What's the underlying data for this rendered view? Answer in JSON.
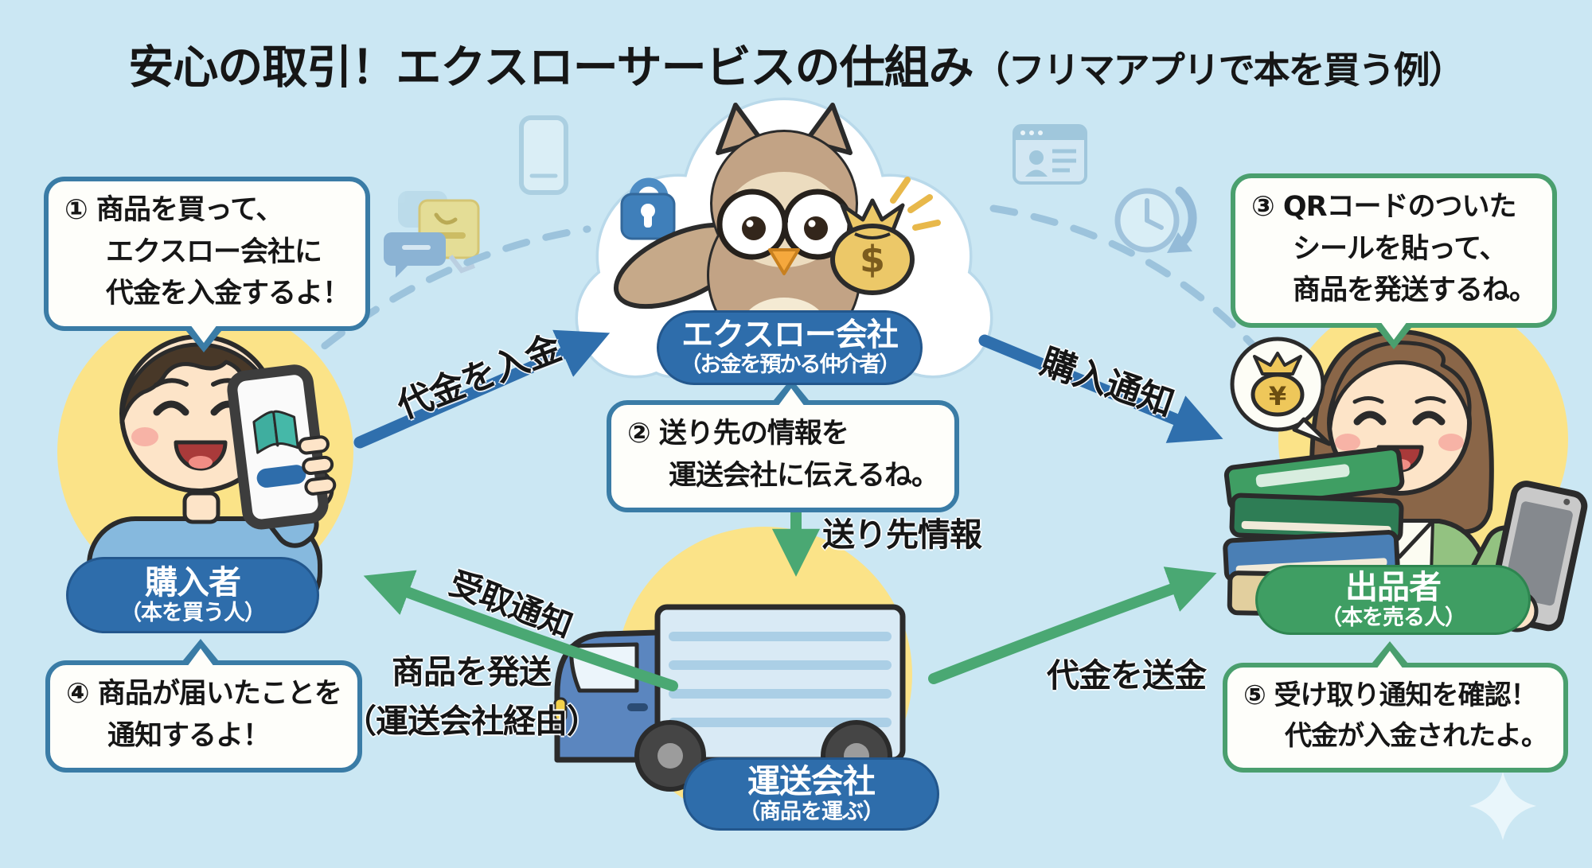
{
  "title": {
    "main": "安心の取引！エクスローサービスの仕組み",
    "note": "（フリマアプリで本を買う例）"
  },
  "actors": {
    "buyer": {
      "name": "購入者",
      "role": "（本を買う人）"
    },
    "escrow": {
      "name": "エクスロー会社",
      "role": "（お金を預かる仲介者）"
    },
    "seller": {
      "name": "出品者",
      "role": "（本を売る人）"
    },
    "carrier": {
      "name": "運送会社",
      "role": "（商品を運ぶ）"
    }
  },
  "bubbles": {
    "step1": {
      "lines": [
        "① 商品を買って、",
        "エクスロー会社に",
        "代金を入金するよ！"
      ]
    },
    "step2": {
      "lines": [
        "② 送り先の情報を",
        "運送会社に伝えるね。"
      ]
    },
    "step3": {
      "lines": [
        "③ QRコードのついた",
        "シールを貼って、",
        "商品を発送するね。"
      ]
    },
    "step4": {
      "lines": [
        "④ 商品が届いたことを",
        "通知するよ！"
      ]
    },
    "step5": {
      "lines": [
        "⑤ 受け取り通知を確認！",
        "代金が入金されたよ。"
      ]
    }
  },
  "flows": {
    "deposit": "代金を入金",
    "purchase_notice": "購入通知",
    "shipping_info": "送り先情報",
    "receipt_notice": "受取通知",
    "ship_product_line1": "商品を発送",
    "ship_product_line2": "（運送会社経由）",
    "remit": "代金を送金"
  },
  "symbols": {
    "dollar": "$",
    "yen": "¥"
  },
  "icons": [
    "lock-icon",
    "dollar-money-bag-icon",
    "yen-money-bag-icon",
    "smartphone-icon",
    "chat-bubbles-icon",
    "payment-note-icon",
    "profile-window-icon",
    "history-clock-icon",
    "sparkle-icon",
    "book-app-icon",
    "books-stack",
    "delivery-truck"
  ],
  "colors": {
    "bg": "#cbe7f3",
    "text": "#161616",
    "accent_blue": "#2e6dab",
    "accent_green": "#3f9e63",
    "arrow_blue": "#2f6fad",
    "arrow_green": "#4aa873",
    "bubble_blue": "#3a7ca6",
    "bubble_green": "#4a9f6e",
    "halo": "#fbe388",
    "dash": "#9cc3dc"
  }
}
